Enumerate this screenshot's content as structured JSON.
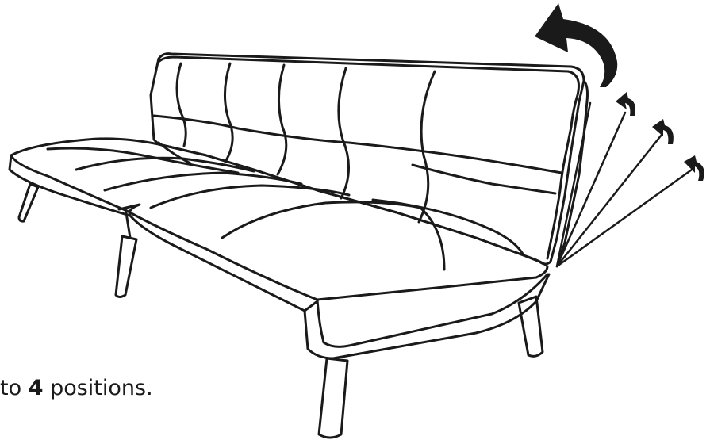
{
  "caption": {
    "prefix": "to ",
    "count": "4",
    "suffix": " positions."
  },
  "colors": {
    "line": "#1a1a1a",
    "background": "#ffffff"
  }
}
